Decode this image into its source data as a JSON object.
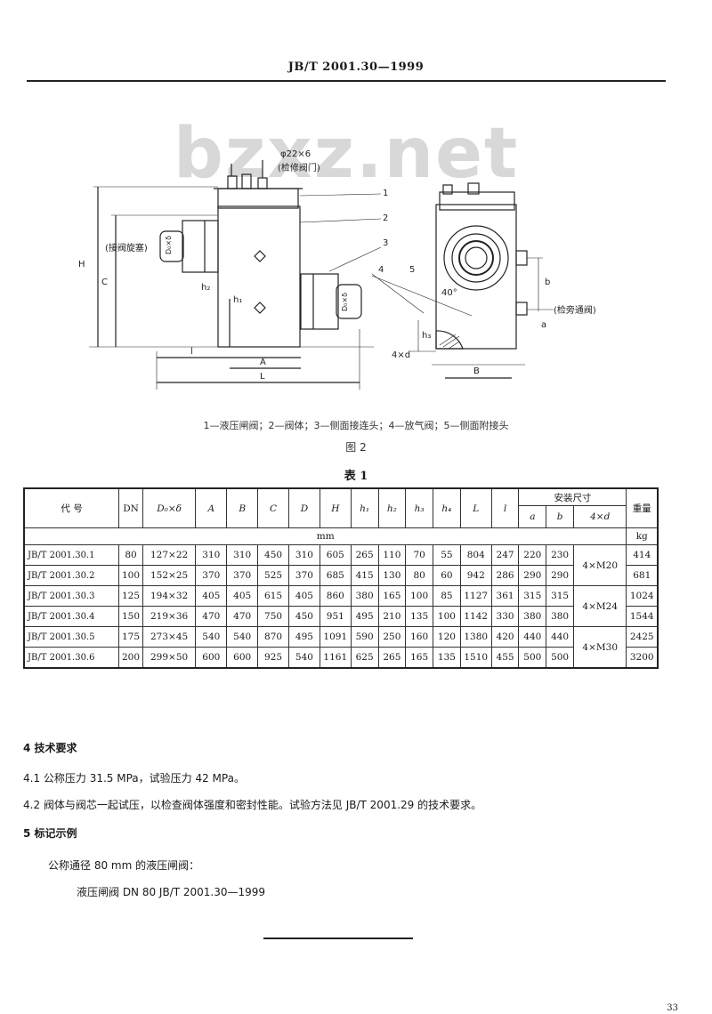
{
  "header": {
    "title": "JB/T 2001.30—1999"
  },
  "watermark": "bzxz.net",
  "drawing": {
    "labels": {
      "bolt_label": "φ22×6",
      "bolt_note": "(检修阀门)",
      "flange_note": "(接阀旋塞)",
      "bypass_note": "(检旁通阀)",
      "angle": "40°",
      "dim_A": "A",
      "dim_L": "L",
      "dim_l": "l",
      "dim_B": "B",
      "dim_H": "H",
      "dim_C": "C",
      "dim_h1": "h₁",
      "dim_h2": "h₂",
      "dim_h3": "h₃",
      "dim_d": "4×d",
      "dim_a": "a",
      "dim_b": "b",
      "pipe": "D₀×δ",
      "call1": "1",
      "call2": "2",
      "call3": "3",
      "call4": "4",
      "call5": "5"
    },
    "legend": "1—液压闸阀；2—阀体；3—侧面接连头；4—放气阀；5—侧面附接头",
    "figure": "图 2"
  },
  "table": {
    "title": "表 1",
    "headers": {
      "code": "代  号",
      "dn": "DN",
      "dd": "D₀×δ",
      "A": "A",
      "B": "B",
      "C": "C",
      "D": "D",
      "H": "H",
      "h1": "h₁",
      "h2": "h₂",
      "h3": "h₃",
      "h4": "h₄",
      "L": "L",
      "l": "l",
      "install": "安装尺寸",
      "a": "a",
      "b": "b",
      "nd": "4×d",
      "mass": "重量",
      "unit_mm": "mm",
      "unit_kg": "kg"
    },
    "rows": [
      {
        "code": "JB/T 2001.30.1",
        "dn": "80",
        "dd": "127×22",
        "A": "310",
        "B": "310",
        "C": "450",
        "D": "310",
        "H": "605",
        "h1": "265",
        "h2": "110",
        "h3": "70",
        "h4": "55",
        "L": "804",
        "l": "247",
        "a": "220",
        "b": "230",
        "mass": "414"
      },
      {
        "code": "JB/T 2001.30.2",
        "dn": "100",
        "dd": "152×25",
        "A": "370",
        "B": "370",
        "C": "525",
        "D": "370",
        "H": "685",
        "h1": "415",
        "h2": "130",
        "h3": "80",
        "h4": "60",
        "L": "942",
        "l": "286",
        "a": "290",
        "b": "290",
        "mass": "681"
      },
      {
        "code": "JB/T 2001.30.3",
        "dn": "125",
        "dd": "194×32",
        "A": "405",
        "B": "405",
        "C": "615",
        "D": "405",
        "H": "860",
        "h1": "380",
        "h2": "165",
        "h3": "100",
        "h4": "85",
        "L": "1127",
        "l": "361",
        "a": "315",
        "b": "315",
        "mass": "1024"
      },
      {
        "code": "JB/T 2001.30.4",
        "dn": "150",
        "dd": "219×36",
        "A": "470",
        "B": "470",
        "C": "750",
        "D": "450",
        "H": "951",
        "h1": "495",
        "h2": "210",
        "h3": "135",
        "h4": "100",
        "L": "1142",
        "l": "330",
        "a": "380",
        "b": "380",
        "mass": "1544"
      },
      {
        "code": "JB/T 2001.30.5",
        "dn": "175",
        "dd": "273×45",
        "A": "540",
        "B": "540",
        "C": "870",
        "D": "495",
        "H": "1091",
        "h1": "590",
        "h2": "250",
        "h3": "160",
        "h4": "120",
        "L": "1380",
        "l": "420",
        "a": "440",
        "b": "440",
        "mass": "2425"
      },
      {
        "code": "JB/T 2001.30.6",
        "dn": "200",
        "dd": "299×50",
        "A": "600",
        "B": "600",
        "C": "925",
        "D": "540",
        "H": "1161",
        "h1": "625",
        "h2": "265",
        "h3": "165",
        "h4": "135",
        "L": "1510",
        "l": "455",
        "a": "500",
        "b": "500",
        "mass": "3200"
      }
    ],
    "bolts": [
      "4×M20",
      "4×M24",
      "4×M30"
    ]
  },
  "sections": {
    "s4_title": "4  技术要求",
    "s4_1": "4.1  公称压力 31.5 MPa，试验压力 42 MPa。",
    "s4_2": "4.2  阀体与阀芯一起试压，以检查阀体强度和密封性能。试验方法见 JB/T 2001.29 的技术要求。",
    "s5_title": "5  标记示例",
    "s5_line1": "公称通径 80 mm 的液压闸阀：",
    "s5_line2": "液压闸阀 DN 80   JB/T 2001.30—1999"
  },
  "page_number": "33"
}
